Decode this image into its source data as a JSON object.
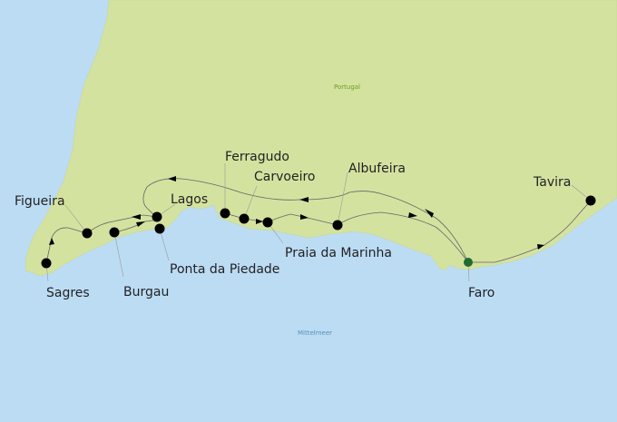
{
  "colors": {
    "sea": "#bcdcf4",
    "land": "#d4e2a0",
    "route": "#666666",
    "stop": "#000000",
    "highlight_stop": "#1f6b32",
    "country_label": "#6aa020",
    "sea_label": "#5a8fb8"
  },
  "regions": {
    "country": "Portugal",
    "sea": "Mittelmeer"
  },
  "stops": [
    {
      "name": "Sagres"
    },
    {
      "name": "Figueira"
    },
    {
      "name": "Burgau"
    },
    {
      "name": "Lagos"
    },
    {
      "name": "Ponta da Piedade"
    },
    {
      "name": "Ferragudo"
    },
    {
      "name": "Carvoeiro"
    },
    {
      "name": "Praia da Marinha"
    },
    {
      "name": "Albufeira"
    },
    {
      "name": "Faro",
      "highlight": true
    },
    {
      "name": "Tavira"
    }
  ]
}
